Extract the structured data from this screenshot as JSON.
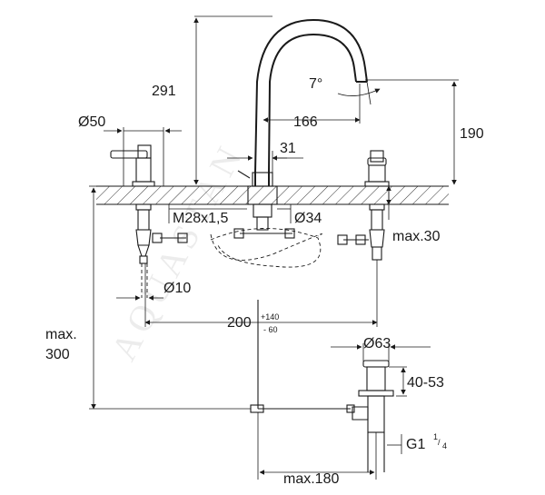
{
  "watermark": "AQUASTAN",
  "dimensions": {
    "height_total": "291",
    "spout_reach": "166",
    "angle": "7°",
    "spout_height": "190",
    "handle_diameter": "Ø50",
    "offset": "31",
    "thread": "M28x1,5",
    "hole_diameter": "Ø34",
    "max_thickness": "max.30",
    "tube_diameter": "Ø10",
    "spacing": "200",
    "spacing_tol_plus": "+140",
    "spacing_tol_minus": "- 60",
    "max_label": "max.",
    "max_value": "300",
    "drain_diameter": "Ø63",
    "drain_range": "40-53",
    "drain_thread": "G1",
    "drain_thread_num": "1",
    "drain_thread_den": "4",
    "drain_reach": "max.180"
  },
  "colors": {
    "line": "#1a1a1a",
    "background": "#ffffff"
  }
}
